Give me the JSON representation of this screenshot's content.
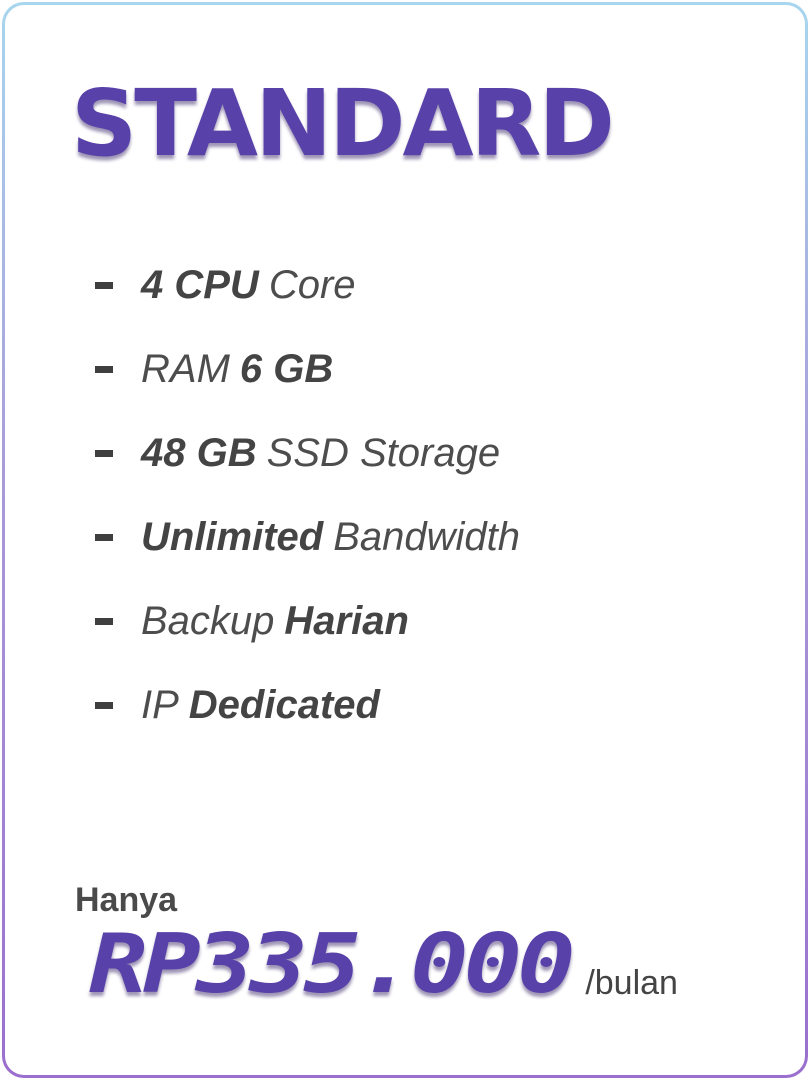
{
  "plan": {
    "title": "STANDARD"
  },
  "features": [
    {
      "parts": [
        {
          "text": "4 CPU",
          "bold": true
        },
        {
          "text": "Core",
          "bold": false
        }
      ]
    },
    {
      "parts": [
        {
          "text": "RAM",
          "bold": false
        },
        {
          "text": "6 GB",
          "bold": true
        }
      ]
    },
    {
      "parts": [
        {
          "text": "48 GB",
          "bold": true
        },
        {
          "text": "SSD Storage",
          "bold": false
        }
      ]
    },
    {
      "parts": [
        {
          "text": "Unlimited",
          "bold": true
        },
        {
          "text": "Bandwidth",
          "bold": false
        }
      ]
    },
    {
      "parts": [
        {
          "text": "Backup",
          "bold": false
        },
        {
          "text": "Harian",
          "bold": true
        }
      ]
    },
    {
      "parts": [
        {
          "text": "IP",
          "bold": false
        },
        {
          "text": "Dedicated",
          "bold": true
        }
      ]
    }
  ],
  "pricing": {
    "label": "Hanya",
    "amount": "RP335.000",
    "period": "/bulan"
  },
  "colors": {
    "accent": "#5841a8",
    "text": "#4a4a4a",
    "border_top": "#a8d6ee",
    "border_bottom": "#9a6fcf"
  }
}
